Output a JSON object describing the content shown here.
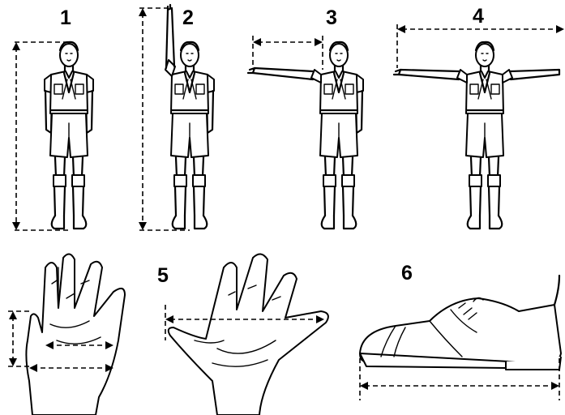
{
  "panels": {
    "p1": {
      "label": "1"
    },
    "p2": {
      "label": "2"
    },
    "p3": {
      "label": "3"
    },
    "p4": {
      "label": "4"
    },
    "p5": {
      "label": "5"
    },
    "p6": {
      "label": "6"
    }
  },
  "colors": {
    "ink": "#000000",
    "paper": "#ffffff"
  },
  "figures": [
    {
      "panel": "1",
      "pose": "standing-arms-down",
      "measure": "height"
    },
    {
      "panel": "2",
      "pose": "standing-right-arm-raised",
      "measure": "reach-height"
    },
    {
      "panel": "3",
      "pose": "standing-right-arm-extended",
      "measure": "arm-length"
    },
    {
      "panel": "4",
      "pose": "standing-arms-outstretched",
      "measure": "arm-span"
    },
    {
      "panel": "5",
      "pose": "hand-palm-and-spread",
      "measure": "hand-size"
    },
    {
      "panel": "6",
      "pose": "shoe-side-view",
      "measure": "foot-length"
    }
  ]
}
